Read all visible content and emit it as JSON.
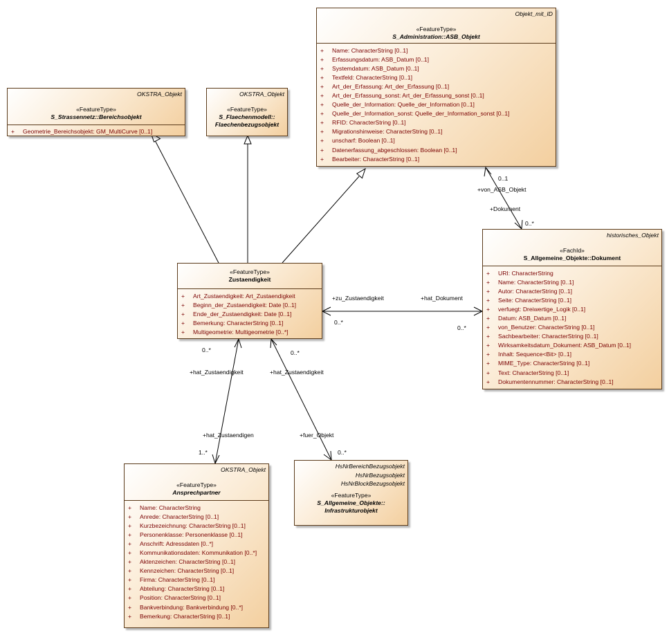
{
  "classes": {
    "bereich": {
      "tags": [
        "OKSTRA_Objekt"
      ],
      "stereotype": "«FeatureType»",
      "name": "S_Strassennetz::Bereichsobjekt",
      "attributes": [
        "Geometrie_Bereichsobjekt: GM_MultiCurve [0..1]"
      ]
    },
    "flaeche": {
      "tags": [
        "OKSTRA_Objekt"
      ],
      "stereotype": "«FeatureType»",
      "name_lines": [
        "S_Flaechenmodell::",
        "Flaechenbezugsobjekt"
      ]
    },
    "asb": {
      "tags": [
        "Objekt_mit_ID"
      ],
      "stereotype": "«FeatureType»",
      "name": "S_Administration::ASB_Objekt",
      "attributes": [
        "Name: CharacterString [0..1]",
        "Erfassungsdatum: ASB_Datum [0..1]",
        "Systemdatum: ASB_Datum [0..1]",
        "Textfeld: CharacterString [0..1]",
        "Art_der_Erfassung: Art_der_Erfassung [0..1]",
        "Art_der_Erfassung_sonst: Art_der_Erfassung_sonst [0..1]",
        "Quelle_der_Information: Quelle_der_Information [0..1]",
        "Quelle_der_Information_sonst: Quelle_der_Information_sonst [0..1]",
        "RFID: CharacterString [0..1]",
        "Migrationshinweise: CharacterString [0..1]",
        "unscharf: Boolean [0..1]",
        "Datenerfassung_abgeschlossen: Boolean [0..1]",
        "Bearbeiter: CharacterString [0..1]"
      ]
    },
    "zust": {
      "stereotype": "«FeatureType»",
      "name": "Zustaendigkeit",
      "attributes": [
        "Art_Zustaendigkeit: Art_Zustaendigkeit",
        "Beginn_der_Zustaendigkeit: Date [0..1]",
        "Ende_der_Zustaendigkeit: Date [0..1]",
        "Bemerkung: CharacterString [0..1]",
        "Multigeometrie: Multigeometrie [0..*]"
      ]
    },
    "dok": {
      "tags": [
        "historisches_Objekt"
      ],
      "stereotype": "«FachId»",
      "name": "S_Allgemeine_Objekte::Dokument",
      "attributes": [
        "URI: CharacterString",
        "Name: CharacterString [0..1]",
        "Autor: CharacterString [0..1]",
        "Seite: CharacterString [0..1]",
        "verfuegt: Dreiwertige_Logik [0..1]",
        "Datum: ASB_Datum [0..1]",
        "von_Benutzer: CharacterString [0..1]",
        "Sachbearbeiter: CharacterString [0..1]",
        "Wirksamkeitsdatum_Dokument: ASB_Datum [0..1]",
        "Inhalt: Sequence<Bit> [0..1]",
        "MIME_Type: CharacterString [0..1]",
        "Text: CharacterString [0..1]",
        "Dokumentennummer: CharacterString [0..1]"
      ]
    },
    "ansp": {
      "tags": [
        "OKSTRA_Objekt"
      ],
      "stereotype": "«FeatureType»",
      "name": "Ansprechpartner",
      "attributes": [
        "Name: CharacterString",
        "Anrede: CharacterString [0..1]",
        "Kurzbezeichnung: CharacterString [0..1]",
        "Personenklasse: Personenklasse [0..1]",
        "Anschrift: Adressdaten [0..*]",
        "Kommunikationsdaten: Kommunikation [0..*]",
        "Aktenzeichen: CharacterString [0..1]",
        "Kennzeichen: CharacterString [0..1]",
        "Firma: CharacterString [0..1]",
        "Abteilung: CharacterString [0..1]",
        "Position: CharacterString [0..1]",
        "Bankverbindung: Bankverbindung [0..*]",
        "Bemerkung: CharacterString [0..1]"
      ]
    },
    "infra": {
      "tags": [
        "HsNrBereichBezugsobjekt",
        "HsNrBezugsobjekt",
        "HsNrBlockBezugsobjekt"
      ],
      "stereotype": "«FeatureType»",
      "name_lines": [
        "S_Allgemeine_Objekte::",
        "Infrastrukturobjekt"
      ]
    }
  },
  "visibility_marker": "+",
  "labels": {
    "asb_dok_mult_top": "0..1",
    "asb_dok_role_top": "+von_ASB_Objekt",
    "asb_dok_role_bottom": "+Dokument",
    "asb_dok_mult_bottom": "0..*",
    "zust_dok_role_left": "+zu_Zustaendigkeit",
    "zust_dok_role_right": "+hat_Dokument",
    "zust_dok_mult_left": "0..*",
    "zust_dok_mult_right": "0..*",
    "zust_ansp_mult_top": "0..*",
    "zust_ansp_role_top": "+hat_Zustaendigkeit",
    "zust_ansp_role_bottom": "+hat_Zustaendigen",
    "zust_ansp_mult_bottom": "1..*",
    "zust_infra_mult_top": "0..*",
    "zust_infra_role_top": "+hat_Zustaendigkeit",
    "zust_infra_role_bottom": "+fuer_Objekt",
    "zust_infra_mult_bottom": "0..*"
  }
}
